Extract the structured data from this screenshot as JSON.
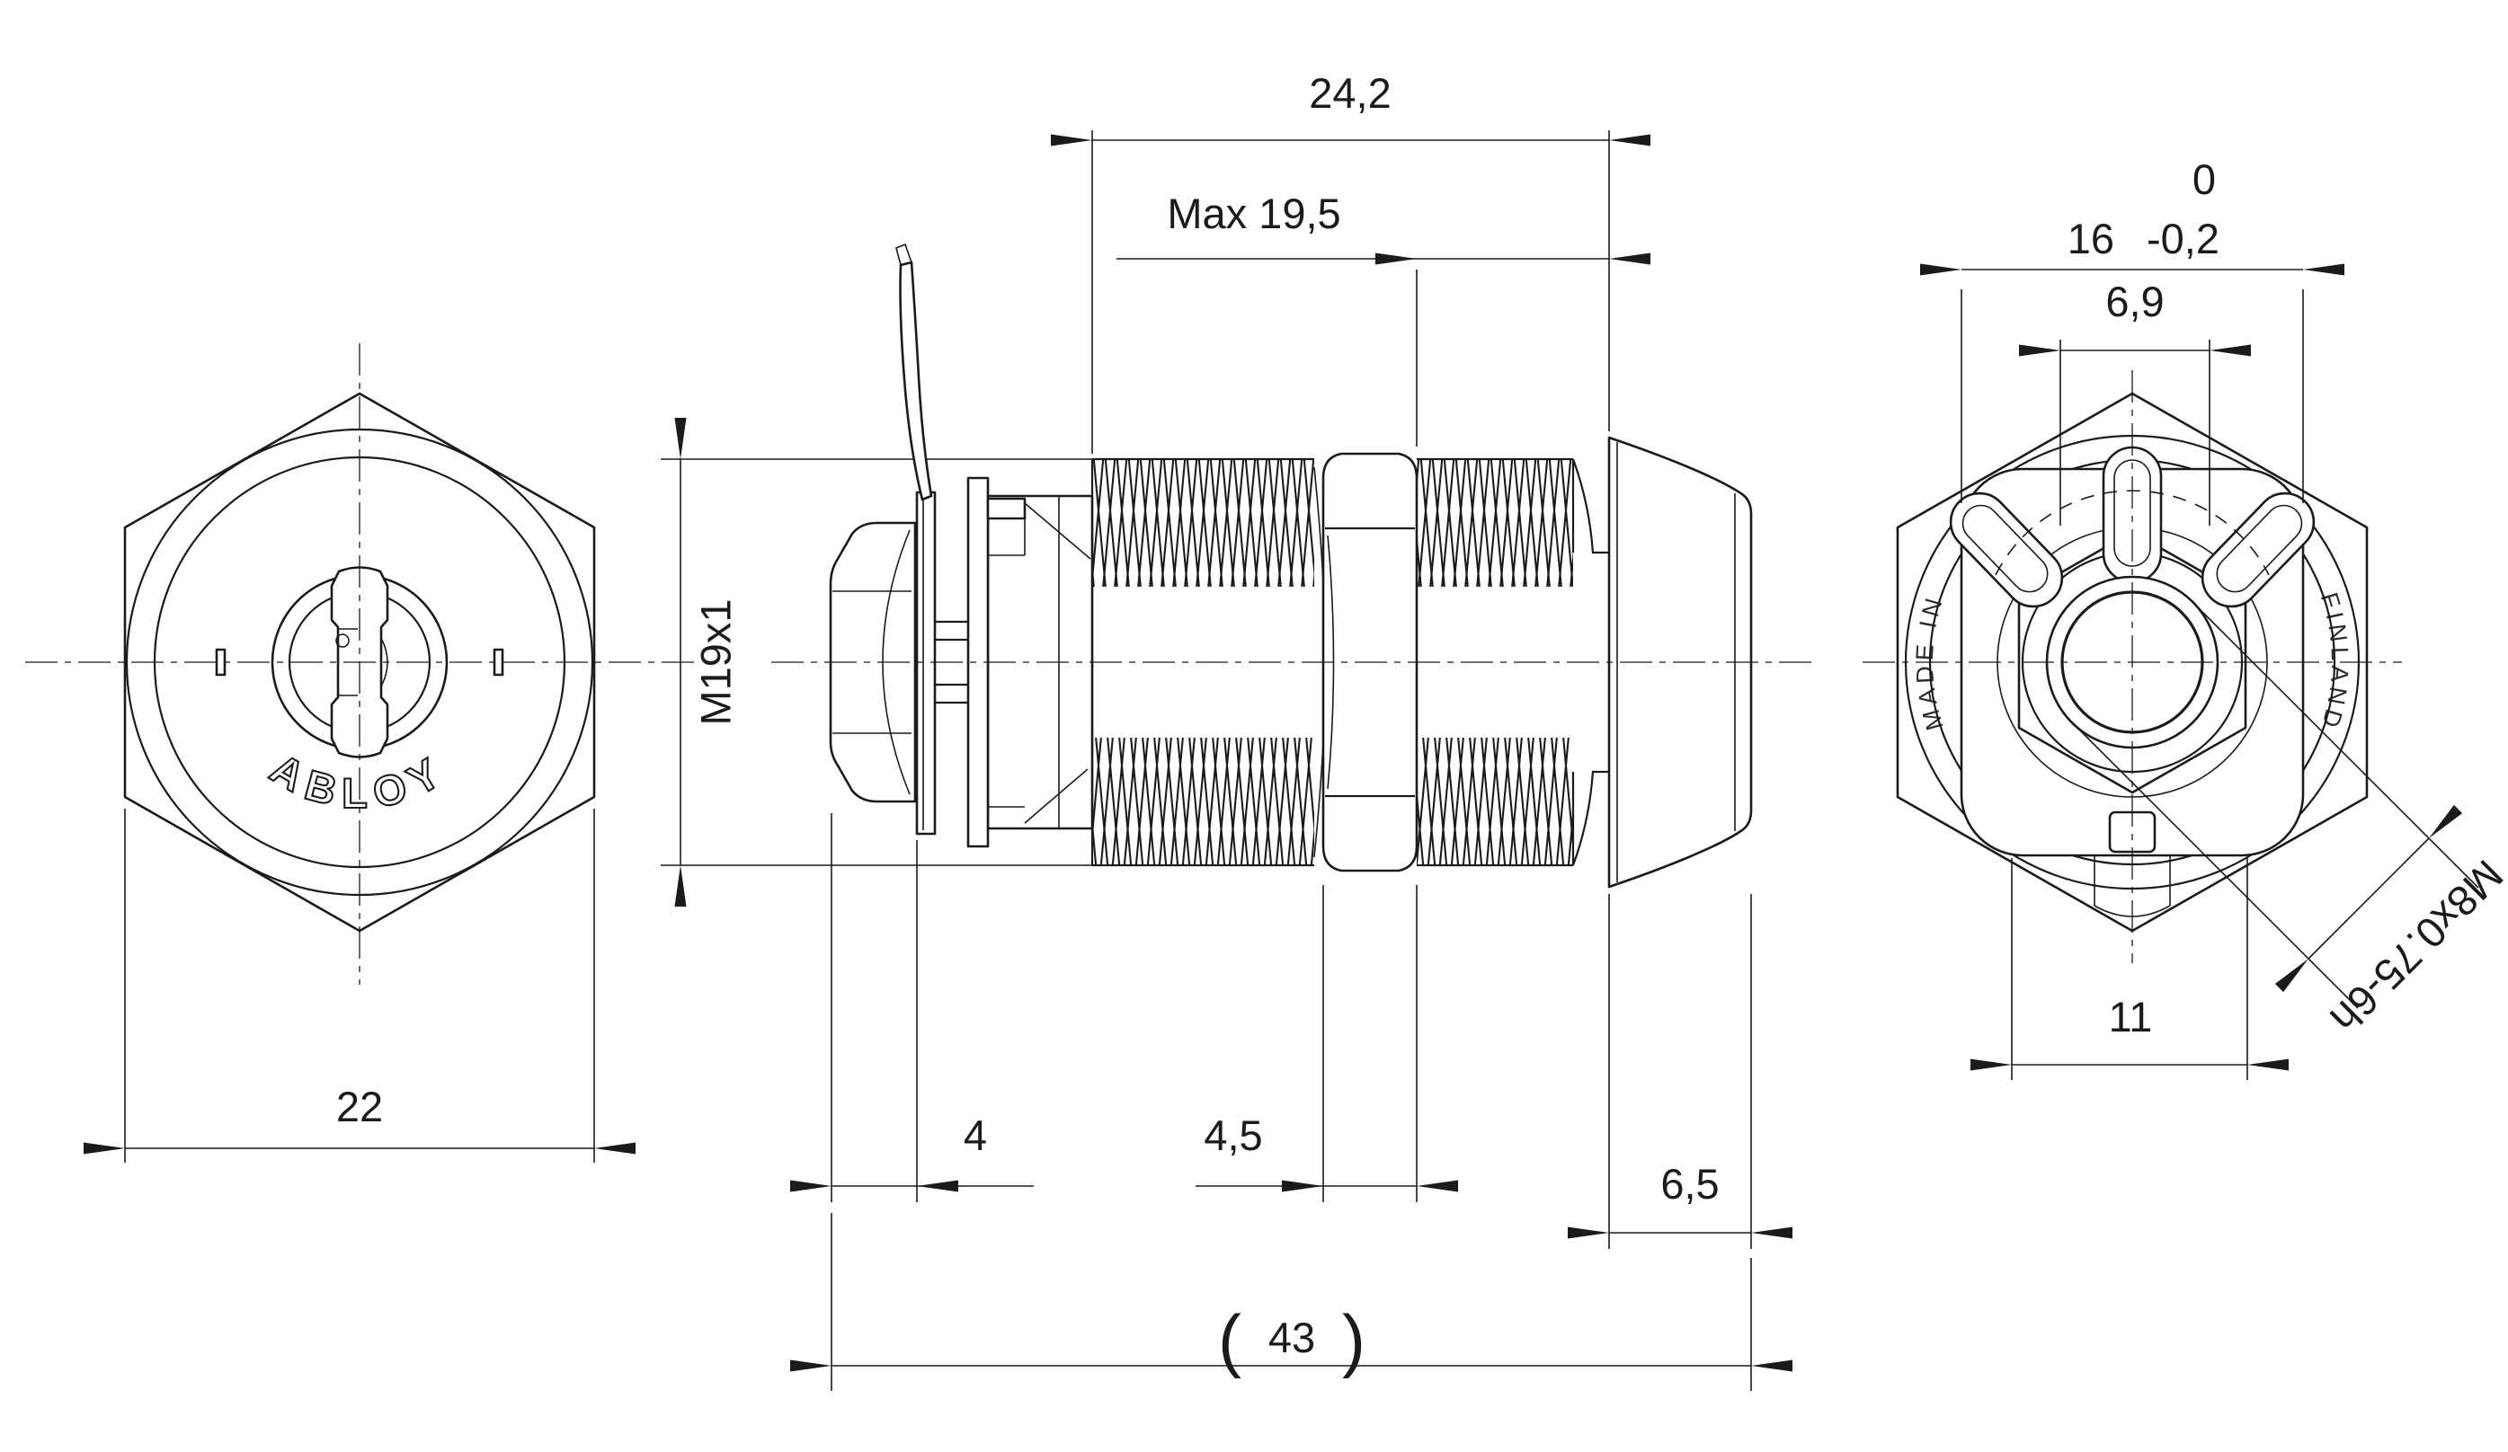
{
  "colors": {
    "line": "#1b1b1b",
    "background": "#ffffff"
  },
  "front_view": {
    "brand": "ABLOY",
    "dim_across_flats": "22"
  },
  "side_view": {
    "dim_thread_length": "24,2",
    "dim_grip_max": "Max 19,5",
    "dim_thread_spec": "M19x1",
    "dim_cam_gap": "4",
    "dim_nut_width": "4,5",
    "dim_head_width": "6,5",
    "dim_overall_paren_open": "(",
    "dim_overall": "43",
    "dim_overall_paren_close": ")"
  },
  "rear_view": {
    "tol_upper": "0",
    "dim_body_width": "16",
    "tol_lower": "-0,2",
    "dim_hub": "6,9",
    "dim_slot": "11",
    "thread_spec": "M8x0.75-6h",
    "engraving_left": "MADE IN",
    "engraving_right": "FINLAND"
  }
}
